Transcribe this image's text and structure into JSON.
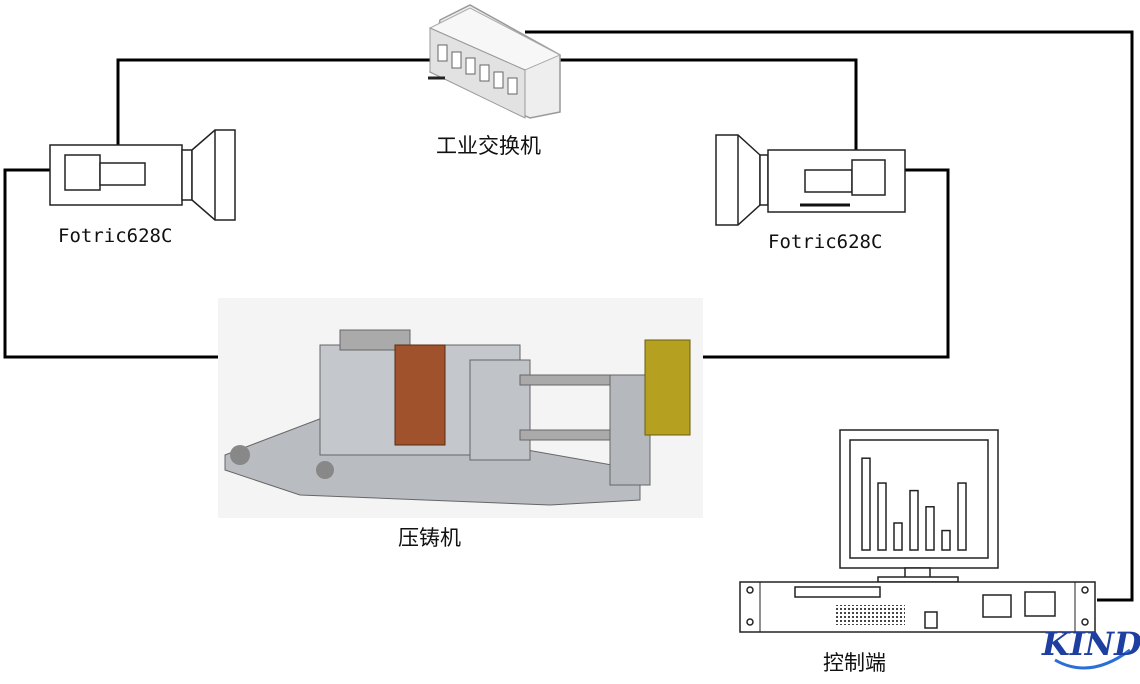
{
  "labels": {
    "switch": "工业交换机",
    "camera_left": "Fotric628C",
    "camera_right": "Fotric628C",
    "die_casting_machine": "压铸机",
    "control_terminal": "控制端"
  },
  "watermark": "KIND",
  "monitor_chart_bars": [
    0.85,
    0.62,
    0.25,
    0.55,
    0.4,
    0.18,
    0.62
  ],
  "colors": {
    "wire": "#000000",
    "logo": "#1e3fa0",
    "machine_orange": "#a0522d",
    "machine_yellow": "#b5a020"
  }
}
